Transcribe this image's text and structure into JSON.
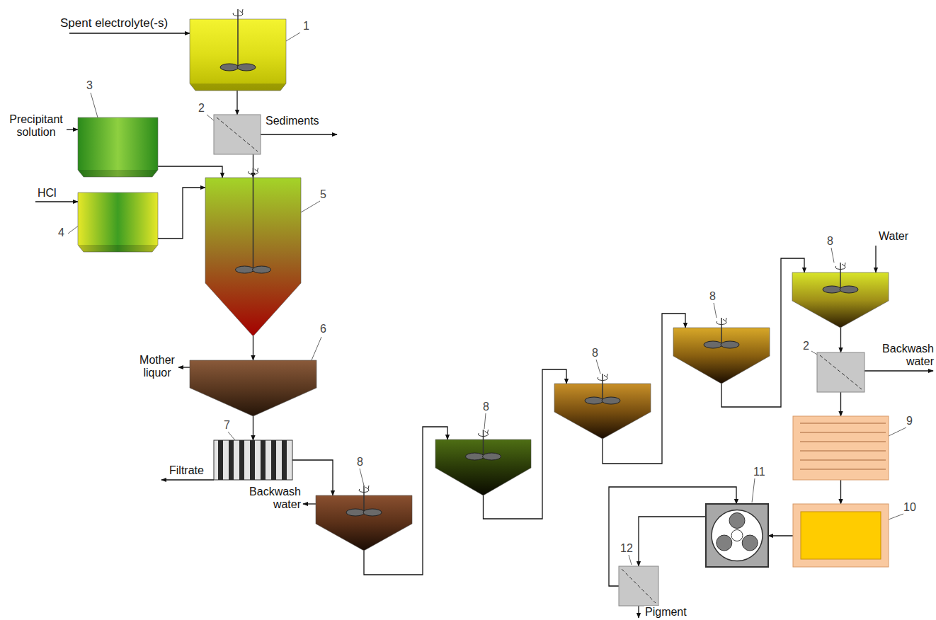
{
  "diagram": {
    "nodes": [
      {
        "text": [
          "1"
        ]
      },
      {
        "text": [
          "2"
        ]
      },
      {
        "text": [
          "3"
        ]
      },
      {
        "text": [
          "4"
        ]
      },
      {
        "text": [
          "5"
        ]
      },
      {
        "text": [
          "6"
        ]
      },
      {
        "text": [
          "7"
        ]
      },
      {
        "text": [
          "8"
        ]
      },
      {
        "text": [
          "8"
        ]
      },
      {
        "text": [
          "8"
        ]
      },
      {
        "text": [
          "8"
        ]
      },
      {
        "text": [
          "8"
        ]
      },
      {
        "text": [
          "2"
        ]
      },
      {
        "text": [
          "9"
        ]
      },
      {
        "text": [
          "10"
        ]
      },
      {
        "text": [
          "11"
        ]
      },
      {
        "text": [
          "12"
        ]
      }
    ],
    "edges": [
      {
        "from": 0,
        "to": 1,
        "arrow": "to"
      },
      {
        "from": 1,
        "to": 4,
        "arrow": "to"
      },
      {
        "from": 2,
        "to": 4,
        "arrow": "to"
      },
      {
        "from": 3,
        "to": 4,
        "arrow": "to"
      },
      {
        "from": 4,
        "to": 5,
        "arrow": "to"
      },
      {
        "from": 5,
        "to": 6,
        "arrow": "to"
      },
      {
        "from": 6,
        "to": 7,
        "arrow": "to"
      },
      {
        "from": 7,
        "to": 8,
        "arrow": "to"
      },
      {
        "from": 8,
        "to": 9,
        "arrow": "to"
      },
      {
        "from": 9,
        "to": 10,
        "arrow": "to"
      },
      {
        "from": 10,
        "to": 11,
        "arrow": "to"
      },
      {
        "from": 11,
        "to": 12,
        "arrow": "to"
      },
      {
        "from": 12,
        "to": 13,
        "arrow": "to"
      },
      {
        "from": 13,
        "to": 14,
        "arrow": "to"
      },
      {
        "from": 14,
        "to": 15,
        "arrow": "to"
      },
      {
        "from": 15,
        "to": 16,
        "arrow": "to"
      },
      {
        "from": 16,
        "to": 15,
        "arrow": "to"
      }
    ],
    "labels": [
      "Spent electrolyte(-s)",
      "Sediments",
      "Precipitant solution",
      "HCl",
      "Mother liquor",
      "Filtrate",
      "Backwash water",
      "Water",
      "Backwash water",
      "Pigment"
    ]
  }
}
